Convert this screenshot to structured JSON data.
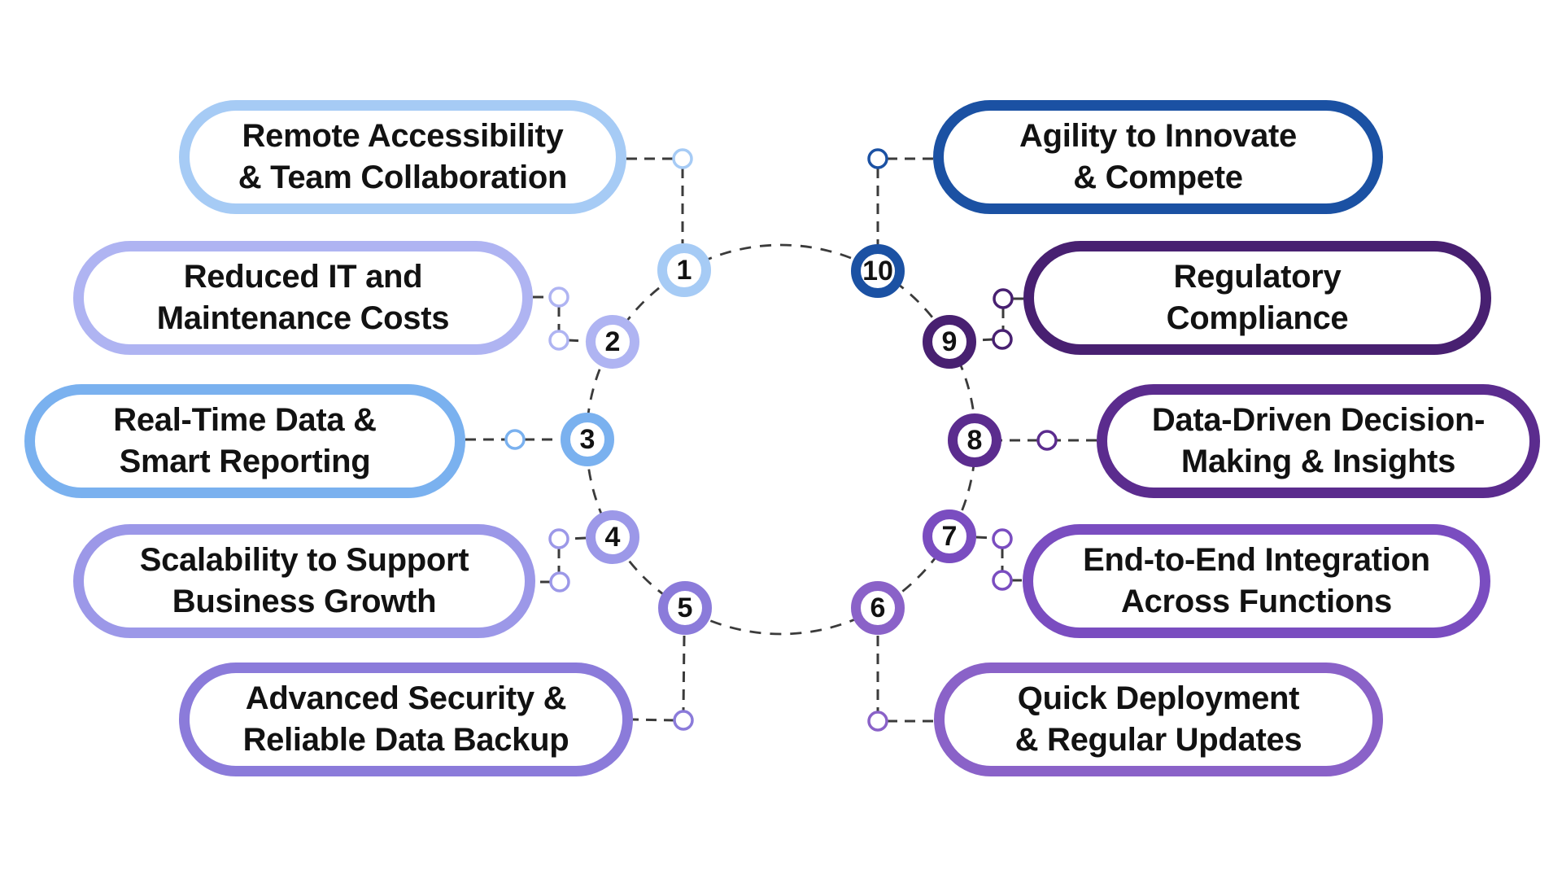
{
  "diagram": {
    "background": "#ffffff",
    "dash_color": "#3b3b3b",
    "text_color": "#121212"
  },
  "items": [
    {
      "number": "1",
      "line1": "Remote Accessibility",
      "line2": "& Team Collaboration",
      "color": "#A6CBF5"
    },
    {
      "number": "2",
      "line1": "Reduced IT and",
      "line2": "Maintenance Costs",
      "color": "#AFB4F2"
    },
    {
      "number": "3",
      "line1": "Real-Time Data &",
      "line2": "Smart Reporting",
      "color": "#7AB1EF"
    },
    {
      "number": "4",
      "line1": "Scalability to Support",
      "line2": "Business Growth",
      "color": "#9C98E8"
    },
    {
      "number": "5",
      "line1": "Advanced Security &",
      "line2": "Reliable Data Backup",
      "color": "#8B7BDA"
    },
    {
      "number": "6",
      "line1": "Quick Deployment",
      "line2": "& Regular Updates",
      "color": "#8A62C8"
    },
    {
      "number": "7",
      "line1": "End-to-End Integration",
      "line2": "Across Functions",
      "color": "#7A4DC0"
    },
    {
      "number": "8",
      "line1": "Data-Driven Decision-",
      "line2": "Making & Insights",
      "color": "#5B2C8E"
    },
    {
      "number": "9",
      "line1": "Regulatory",
      "line2": "Compliance",
      "color": "#482071"
    },
    {
      "number": "10",
      "line1": "Agility to Innovate",
      "line2": "& Compete",
      "color": "#1B51A3"
    }
  ]
}
